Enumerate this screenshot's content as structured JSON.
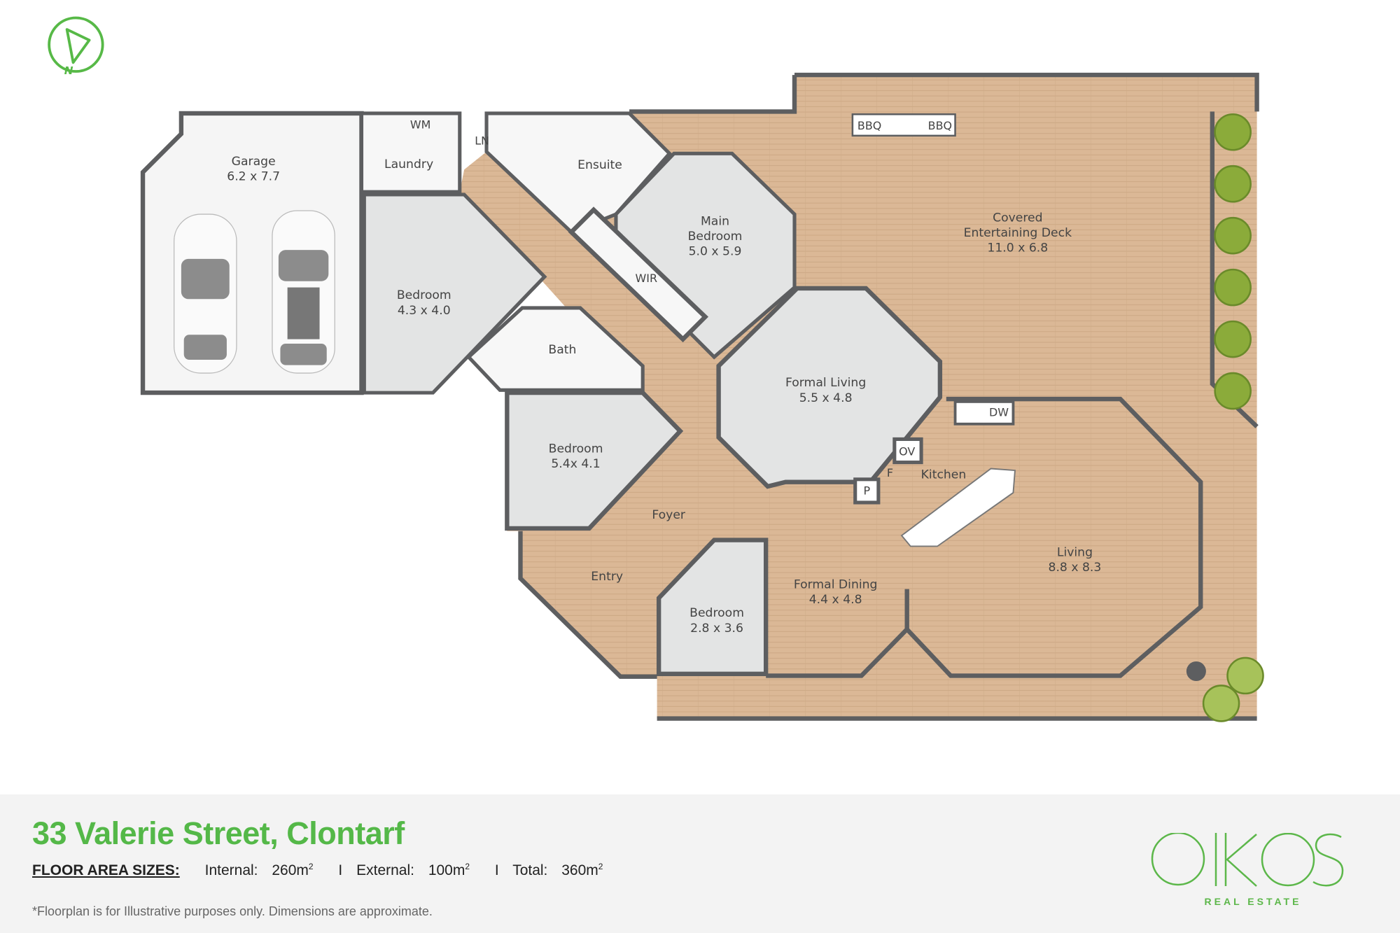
{
  "rooms": {
    "garage": {
      "name": "Garage",
      "size": "6.2 x 7.7"
    },
    "laundry": {
      "name": "Laundry"
    },
    "wm": "WM",
    "ln": "LN",
    "ensuite": {
      "name": "Ensuite"
    },
    "main_bedroom": {
      "name1": "Main",
      "name2": "Bedroom",
      "size": "5.0 x 5.9"
    },
    "wir": "WIR",
    "bedroom1": {
      "name": "Bedroom",
      "size": "4.3 x 4.0"
    },
    "bath": {
      "name": "Bath"
    },
    "deck": {
      "name1": "Covered",
      "name2": "Entertaining Deck",
      "size": "11.0 x 6.8"
    },
    "bbq1": "BBQ",
    "bbq2": "BBQ",
    "formal_living": {
      "name": "Formal Living",
      "size": "5.5 x 4.8"
    },
    "bedroom2": {
      "name": "Bedroom",
      "size": "5.4x 4.1"
    },
    "foyer": "Foyer",
    "entry": "Entry",
    "bedroom3": {
      "name": "Bedroom",
      "size": "2.8 x 3.6"
    },
    "formal_dining": {
      "name": "Formal Dining",
      "size": "4.4 x 4.8"
    },
    "kitchen": "Kitchen",
    "dw": "DW",
    "ov": "OV",
    "f": "F",
    "p": "P",
    "living": {
      "name": "Living",
      "size": "8.8 x 8.3"
    }
  },
  "compass": {
    "label": "N"
  },
  "footer": {
    "address": "33 Valerie Street, Clontarf",
    "floor_area_label": "FLOOR AREA SIZES:",
    "internal_label": "Internal:",
    "internal_value": "260m",
    "external_label": "External:",
    "external_value": "100m",
    "total_label": "Total:",
    "total_value": "360m",
    "unit_sup": "2",
    "separator": "I",
    "disclaimer": "*Floorplan is for Illustrative purposes only.  Dimensions are approximate."
  },
  "logo": {
    "brand": "OIKOS",
    "tagline": "REAL ESTATE"
  },
  "colors": {
    "green": "#54b848",
    "wall": "#5d5e60",
    "wood": "#dbb896",
    "room": "#e3e4e4"
  }
}
